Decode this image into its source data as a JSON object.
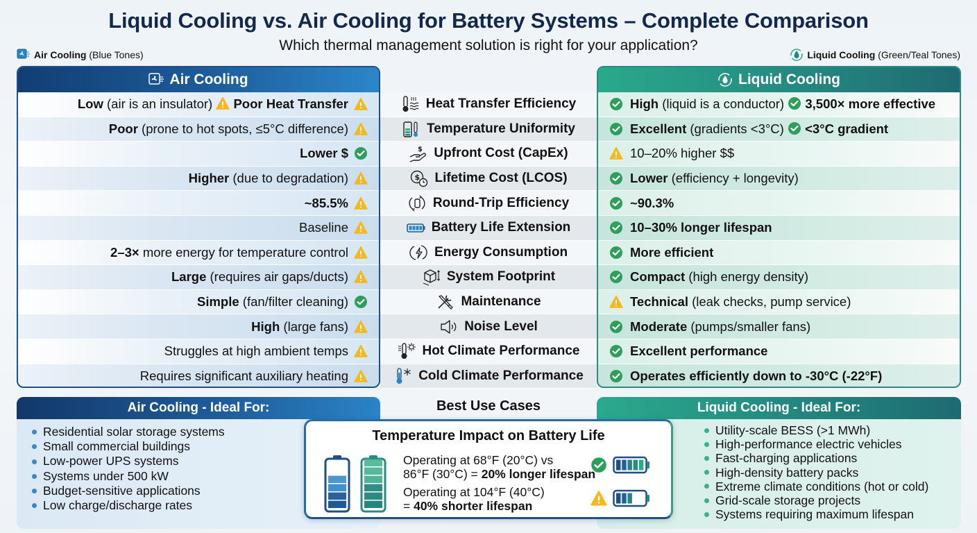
{
  "title": "Liquid Cooling vs. Air Cooling for Battery Systems – Complete Comparison",
  "subtitle": "Which thermal management solution is right for your application?",
  "legend": {
    "air": {
      "bold": "Air Cooling",
      "rest": " (Blue Tones)",
      "icon": "fan-icon"
    },
    "liquid": {
      "bold": "Liquid Cooling",
      "rest": " (Green/Teal Tones)",
      "icon": "droplet-icon"
    }
  },
  "colors": {
    "air_dark": "#123e73",
    "air_light": "#2b86c8",
    "liquid_light": "#2aa98c",
    "liquid_dark": "#1f6a72",
    "title": "#13294b",
    "check": "#2e9e5b",
    "warn": "#f5b820"
  },
  "air_panel": {
    "title": "Air Cooling",
    "rows": [
      {
        "segments": [
          {
            "b": "Low"
          },
          {
            "t": " (air is an insulator) "
          },
          {
            "i": "warn"
          },
          {
            "b": " Poor Heat Transfer"
          }
        ],
        "status": "warning"
      },
      {
        "segments": [
          {
            "b": "Poor"
          },
          {
            "t": " (prone to hot spots, ≤5°C difference)"
          }
        ],
        "status": "warning"
      },
      {
        "segments": [
          {
            "b": "Lower $"
          }
        ],
        "status": "check"
      },
      {
        "segments": [
          {
            "b": "Higher"
          },
          {
            "t": " (due to degradation)"
          }
        ],
        "status": "warning"
      },
      {
        "segments": [
          {
            "b": "~85.5%"
          }
        ],
        "status": "warning"
      },
      {
        "segments": [
          {
            "t": "Baseline"
          }
        ],
        "status": "warning"
      },
      {
        "segments": [
          {
            "b": "2–3×"
          },
          {
            "t": " more energy for temperature control"
          }
        ],
        "status": "warning"
      },
      {
        "segments": [
          {
            "b": "Large"
          },
          {
            "t": " (requires air gaps/ducts)"
          }
        ],
        "status": "warning"
      },
      {
        "segments": [
          {
            "b": "Simple"
          },
          {
            "t": " (fan/filter cleaning)"
          }
        ],
        "status": "check"
      },
      {
        "segments": [
          {
            "b": "High"
          },
          {
            "t": " (large fans)"
          }
        ],
        "status": "warning"
      },
      {
        "segments": [
          {
            "t": "Struggles at high ambient temps"
          }
        ],
        "status": "warning"
      },
      {
        "segments": [
          {
            "t": "Requires significant auxiliary heating"
          }
        ],
        "status": "warning"
      }
    ]
  },
  "criteria": [
    {
      "label": "Heat Transfer Efficiency",
      "icon": "thermometer-heat-icon"
    },
    {
      "label": "Temperature Uniformity",
      "icon": "battery-thermometer-icon"
    },
    {
      "label": "Upfront Cost (CapEx)",
      "icon": "hand-dollar-icon"
    },
    {
      "label": "Lifetime Cost (LCOS)",
      "icon": "dollar-clock-icon"
    },
    {
      "label": "Round-Trip Efficiency",
      "icon": "cycle-battery-icon"
    },
    {
      "label": "Battery Life Extension",
      "icon": "battery-icon"
    },
    {
      "label": "Energy Consumption",
      "icon": "energy-cycle-icon"
    },
    {
      "label": "System Footprint",
      "icon": "box-dimensions-icon"
    },
    {
      "label": "Maintenance",
      "icon": "wrench-screwdriver-icon"
    },
    {
      "label": "Noise Level",
      "icon": "speaker-icon"
    },
    {
      "label": "Hot Climate Performance",
      "icon": "thermometer-sun-icon"
    },
    {
      "label": "Cold Climate Performance",
      "icon": "thermometer-snow-icon"
    }
  ],
  "liquid_panel": {
    "title": "Liquid Cooling",
    "rows": [
      {
        "segments": [
          {
            "b": "High"
          },
          {
            "t": " (liquid is a conductor) "
          },
          {
            "i": "check"
          },
          {
            "b": " 3,500× more effective"
          }
        ],
        "status": "check"
      },
      {
        "segments": [
          {
            "b": "Excellent"
          },
          {
            "t": " (gradients <3°C) "
          },
          {
            "i": "check"
          },
          {
            "b": " <3°C gradient"
          }
        ],
        "status": "check"
      },
      {
        "segments": [
          {
            "t": "10–20% higher $$"
          }
        ],
        "status": "warning"
      },
      {
        "segments": [
          {
            "b": "Lower"
          },
          {
            "t": " (efficiency + longevity)"
          }
        ],
        "status": "check"
      },
      {
        "segments": [
          {
            "b": "~90.3%"
          }
        ],
        "status": "check"
      },
      {
        "segments": [
          {
            "b": "10–30% longer lifespan"
          }
        ],
        "status": "check"
      },
      {
        "segments": [
          {
            "b": "More efficient"
          }
        ],
        "status": "check"
      },
      {
        "segments": [
          {
            "b": "Compact"
          },
          {
            "t": " (high energy density)"
          }
        ],
        "status": "check"
      },
      {
        "segments": [
          {
            "b": "Technical"
          },
          {
            "t": " (leak checks, pump service)"
          }
        ],
        "status": "warning"
      },
      {
        "segments": [
          {
            "b": "Moderate"
          },
          {
            "t": " (pumps/smaller fans)"
          }
        ],
        "status": "check"
      },
      {
        "segments": [
          {
            "b": "Excellent performance"
          }
        ],
        "status": "check"
      },
      {
        "segments": [
          {
            "b": "Operates efficiently down to -30°C (-22°F)"
          }
        ],
        "status": "check"
      }
    ]
  },
  "air_ideal": {
    "title": "Air Cooling - Ideal For:",
    "items": [
      "Residential solar storage systems",
      "Small commercial buildings",
      "Low-power UPS systems",
      "Systems under 500 kW",
      "Budget-sensitive applications",
      "Low charge/discharge rates"
    ]
  },
  "liquid_ideal": {
    "title": "Liquid Cooling - Ideal For:",
    "items": [
      "Utility-scale BESS (>1 MWh)",
      "High-performance electric vehicles",
      "Fast-charging applications",
      "High-density battery packs",
      "Extreme climate conditions (hot or cold)",
      "Grid-scale storage projects",
      "Systems requiring maximum lifespan"
    ]
  },
  "best_use": {
    "title": "Best Use Cases",
    "impact": {
      "title": "Temperature Impact on Battery Life",
      "line1a": "Operating at 68°F (20°C) vs",
      "line1b_plain": "86°F (30°C) = ",
      "line1b_bold": "20% longer lifespan",
      "line1_status": "check",
      "line1_battery_bars": 5,
      "line2a": "Operating at 104°F (40°C)",
      "line2b_plain": "= ",
      "line2b_bold": "40% shorter lifespan",
      "line2_status": "warning",
      "line2_battery_bars": 3,
      "air_battery_bars": 4,
      "liquid_battery_bars": 6
    }
  }
}
